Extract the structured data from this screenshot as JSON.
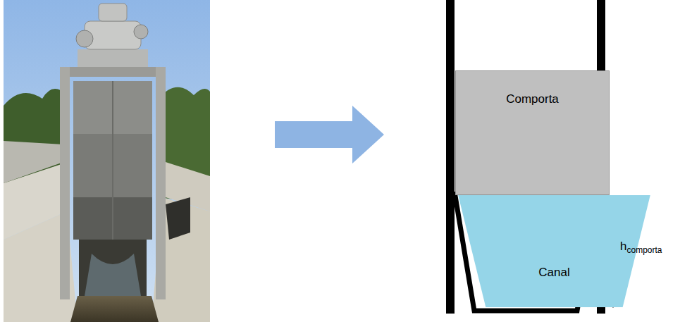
{
  "diagram": {
    "nodes": [
      {
        "text": [
          "Comporta"
        ]
      },
      {
        "text": [
          "Canal"
        ]
      }
    ],
    "labels": [
      "hcomporta"
    ]
  }
}
